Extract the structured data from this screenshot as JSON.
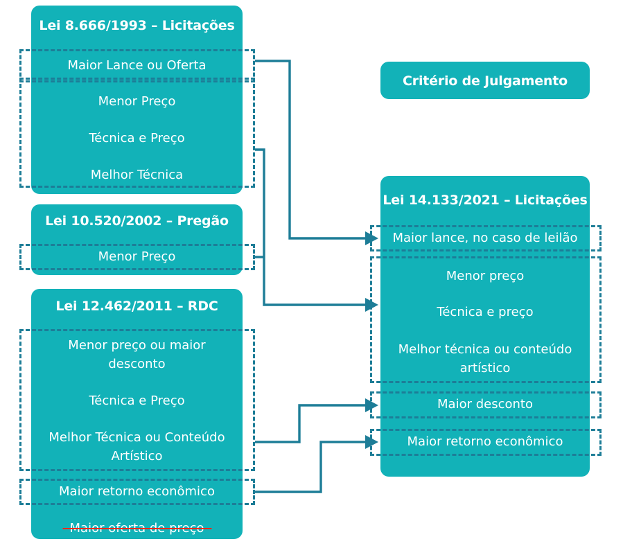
{
  "diagram": {
    "title_card": {
      "label": "Critério de Julgamento"
    },
    "laws": [
      {
        "id": "lei-8666",
        "title": "Lei 8.666/1993 – Licitações",
        "items": [
          {
            "label": "Maior Lance ou Oferta",
            "highlighted": true,
            "struck": false
          },
          {
            "label": "Menor Preço",
            "highlighted": true,
            "struck": false
          },
          {
            "label": "Técnica e Preço",
            "highlighted": true,
            "struck": false
          },
          {
            "label": "Melhor Técnica",
            "highlighted": true,
            "struck": false
          }
        ]
      },
      {
        "id": "lei-10520",
        "title": "Lei 10.520/2002 – Pregão",
        "items": [
          {
            "label": "Menor Preço",
            "highlighted": true,
            "struck": false
          }
        ]
      },
      {
        "id": "lei-12462",
        "title": "Lei 12.462/2011 – RDC",
        "items": [
          {
            "label": "Menor preço ou maior desconto",
            "highlighted": true,
            "struck": false
          },
          {
            "label": "Técnica e Preço",
            "highlighted": true,
            "struck": false
          },
          {
            "label": "Melhor Técnica ou Conteúdo Artístico",
            "highlighted": true,
            "struck": false
          },
          {
            "label": "Maior retorno econômico",
            "highlighted": true,
            "struck": false
          },
          {
            "label": "Maior oferta de preço",
            "highlighted": false,
            "struck": true
          }
        ]
      },
      {
        "id": "lei-14133",
        "title": "Lei 14.133/2021 – Licitações",
        "items": [
          {
            "label": "Maior lance, no caso de leilão",
            "highlighted": true,
            "struck": false
          },
          {
            "label": "Menor preço",
            "highlighted": true,
            "struck": false
          },
          {
            "label": "Técnica e preço",
            "highlighted": true,
            "struck": false
          },
          {
            "label": "Melhor técnica ou conteúdo artístico",
            "highlighted": true,
            "struck": false
          },
          {
            "label": "Maior desconto",
            "highlighted": true,
            "struck": false
          },
          {
            "label": "Maior retorno econômico",
            "highlighted": true,
            "struck": false
          }
        ]
      }
    ],
    "colors": {
      "card_fill": "#12b2b8",
      "dash_stroke": "#1d7d97",
      "connector": "#1d7d97",
      "strike": "#ff2a1c",
      "text": "#ffffff",
      "background": "#ffffff"
    },
    "text_fragments": {
      "rdc_item1_line1": "Menor preço ou maior",
      "rdc_item1_line2": "desconto",
      "rdc_item3_line1": "Melhor Técnica ou Conteúdo",
      "rdc_item3_line2": "Artístico",
      "l14133_item4_line1": "Melhor técnica ou conteúdo",
      "l14133_item4_line2": "artístico"
    }
  }
}
